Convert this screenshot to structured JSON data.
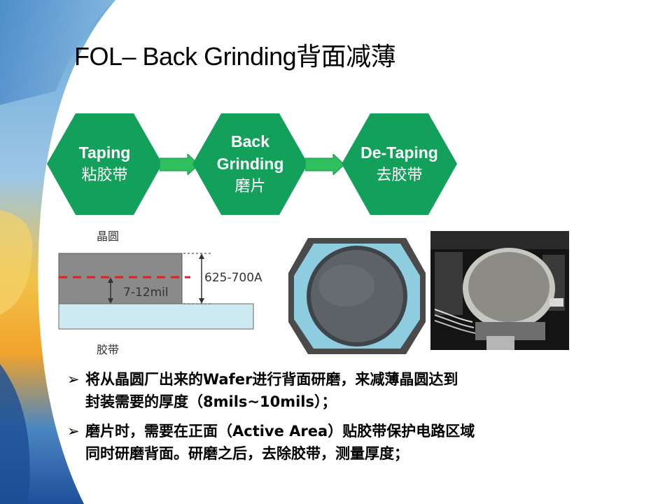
{
  "title": "FOL– Back Grinding背面减薄",
  "flow": [
    {
      "en": "Taping",
      "en2": "",
      "cn": "粘胶带"
    },
    {
      "en": "Back",
      "en2": "Grinding",
      "cn": "磨片"
    },
    {
      "en": "De-Taping",
      "en2": "",
      "cn": "去胶带"
    }
  ],
  "diagram": {
    "wafer_label": "晶圆",
    "tape_label": "胶带",
    "total_thickness": "625-700A",
    "removed_thickness": "7-12mil"
  },
  "bullets": [
    {
      "line1": "将从晶圆厂出来的Wafer进行背面研磨，来减薄晶圆达到",
      "line2": "封装需要的厚度（8mils~10mils）；"
    },
    {
      "line1": "磨片时，需要在正面（Active Area）贴胶带保护电路区域",
      "line2": "同时研磨背面。研磨之后，去除胶带，测量厚度；"
    }
  ],
  "colors": {
    "hex_fill": "#13a05a",
    "arrow_fill": "#2fbf5e",
    "tape_fill": "#cdeaf0",
    "wafer_fill": "#8a8a8a",
    "dash": "#e02020"
  }
}
